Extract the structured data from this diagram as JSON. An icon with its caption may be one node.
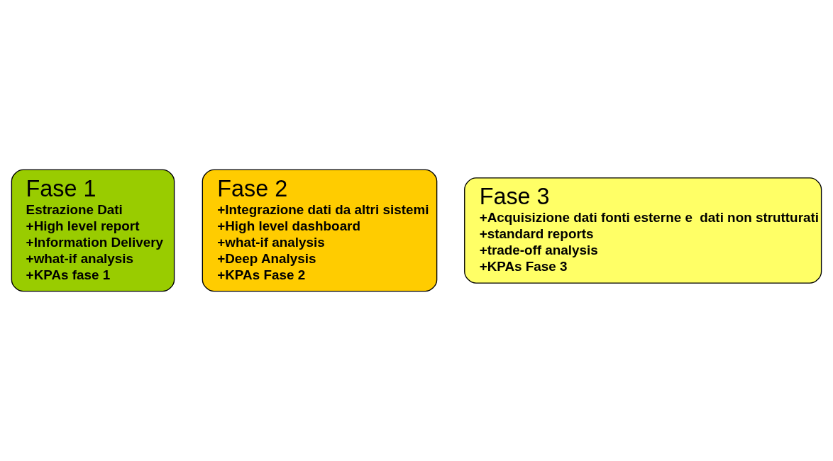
{
  "diagram": {
    "nodes": [
      {
        "text": [
          "Fase 1",
          "Estrazione Dati",
          "+High level report",
          "+Information Delivery",
          "+what-if analysis",
          "+KPAs fase 1"
        ]
      },
      {
        "text": [
          "Fase 2",
          "+Integrazione dati da altri sistemi",
          "+High level dashboard",
          "+what-if analysis",
          "+Deep Analysis",
          "+KPAs Fase 2"
        ]
      },
      {
        "text": [
          "Fase 3",
          "+Acquisizione dati fonti esterne e  dati non strutturati",
          "+standard reports",
          "+trade-off analysis",
          "+KPAs Fase 3"
        ]
      }
    ],
    "edges": []
  }
}
